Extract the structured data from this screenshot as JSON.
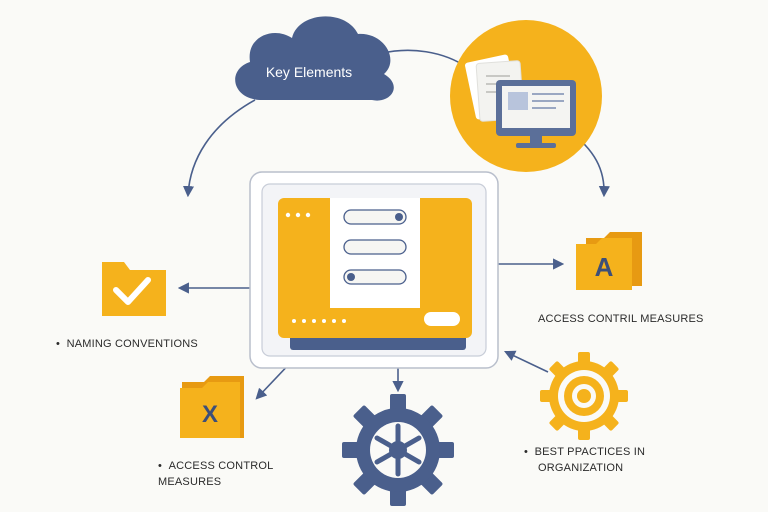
{
  "cloud": {
    "label": "Key Elements"
  },
  "labels": {
    "naming": "NAMING CONVENTIONS",
    "access_right": "ACCESS CONTRIL MEASURES",
    "access_left_line1": "ACCESS CONTROL",
    "access_left_line2": "MEASURES",
    "best_line1": "BEST PPACTICES IN",
    "best_line2": "ORGANIZATION"
  },
  "icons": {
    "folder_right_letter": "A",
    "folder_x_letter": "X",
    "bullet": "•"
  },
  "colors": {
    "accent": "#f5b21c",
    "accent_dark": "#e79a12",
    "navy": "#4a5f8c",
    "background": "#fafaf7"
  }
}
